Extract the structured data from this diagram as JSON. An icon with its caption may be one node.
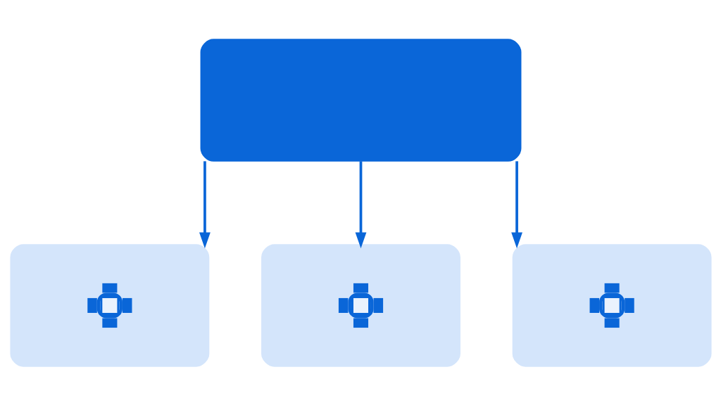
{
  "diagram": {
    "nodes": [
      {
        "text": [],
        "shape": "box"
      },
      {
        "text": [],
        "shape": "picture"
      },
      {
        "text": [],
        "shape": "picture"
      },
      {
        "text": [],
        "shape": "picture"
      }
    ],
    "edges": [
      {
        "from": 0,
        "to": 1,
        "arrow": "to"
      },
      {
        "from": 0,
        "to": 2,
        "arrow": "to"
      },
      {
        "from": 0,
        "to": 3,
        "arrow": "to"
      }
    ]
  }
}
